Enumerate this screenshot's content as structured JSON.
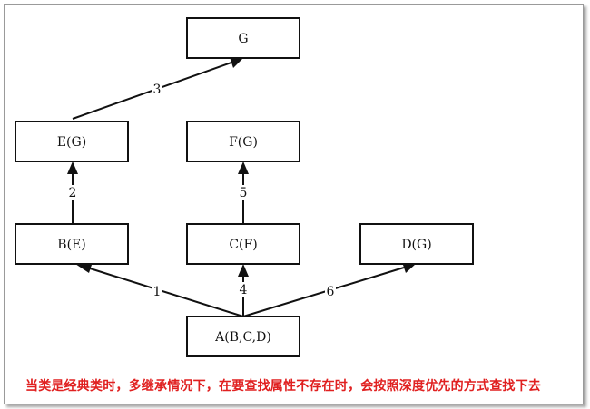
{
  "diagram": {
    "nodes": {
      "G": "G",
      "E": "E(G)",
      "F": "F(G)",
      "B": "B(E)",
      "C": "C(F)",
      "D": "D(G)",
      "A": "A(B,C,D)"
    },
    "edges": {
      "A_B": "1",
      "B_E": "2",
      "E_G": "3",
      "A_C": "4",
      "C_F": "5",
      "A_D": "6"
    }
  },
  "caption": {
    "text": "当类是经典类时，多继承情况下，在要查找属性不存在时，会按照深度优先的方式查找下去",
    "color": "#e02020"
  }
}
